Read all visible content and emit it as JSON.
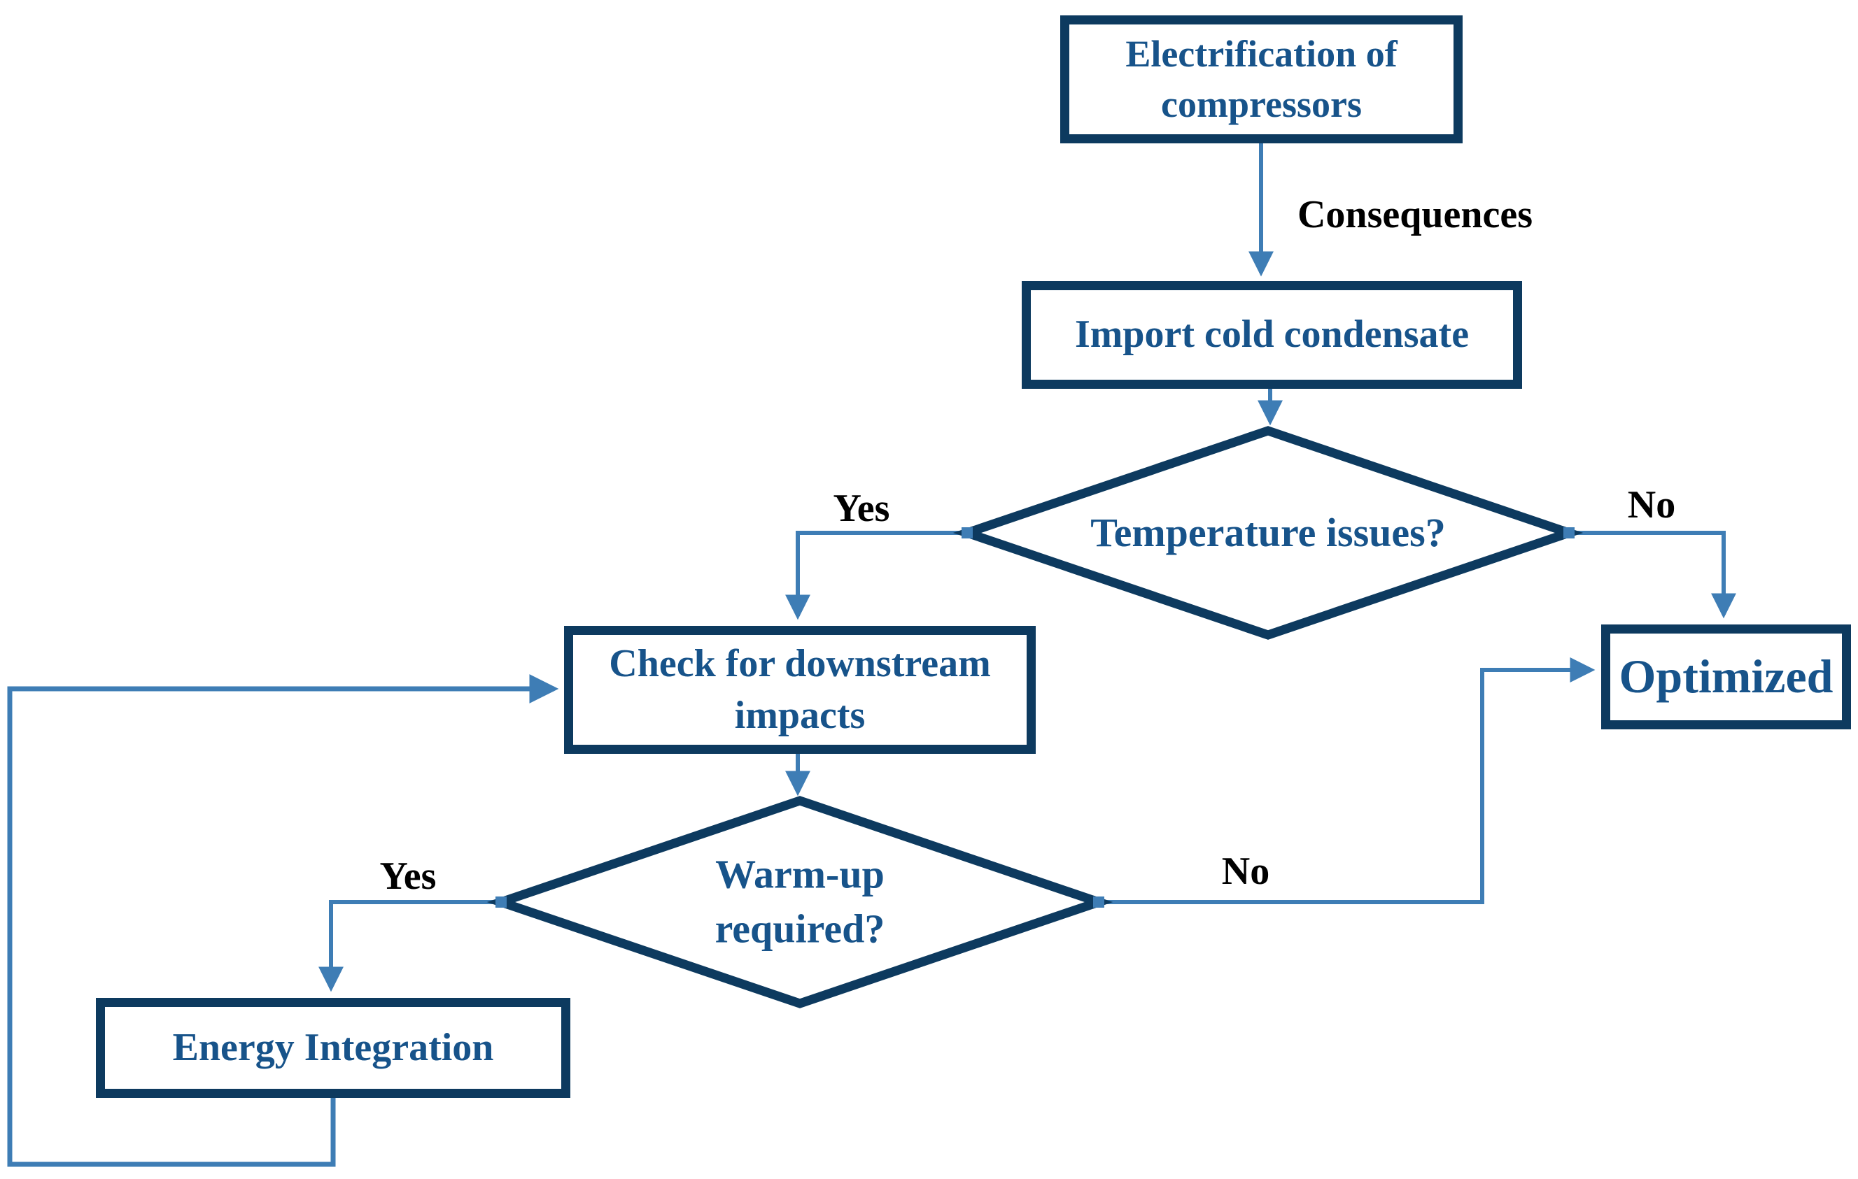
{
  "diagram": {
    "title_hint": "Flowchart: consequences of compressor electrification",
    "nodes": {
      "electrification": {
        "label": "Electrification of compressors",
        "type": "process"
      },
      "import_condensate": {
        "label": "Import cold condensate",
        "type": "process"
      },
      "temperature_issues": {
        "label": "Temperature issues?",
        "type": "decision"
      },
      "check_downstream": {
        "label": "Check for downstream impacts",
        "type": "process"
      },
      "optimized": {
        "label": "Optimized",
        "type": "process"
      },
      "warmup_required": {
        "label": "Warm-up required?",
        "type": "decision"
      },
      "energy_integration": {
        "label": "Energy Integration",
        "type": "process"
      }
    },
    "edge_labels": {
      "consequences": "Consequences",
      "temperature_yes": "Yes",
      "temperature_no": "No",
      "warmup_yes": "Yes",
      "warmup_no": "No"
    },
    "edges": [
      {
        "from": "electrification",
        "to": "import_condensate",
        "label": "Consequences"
      },
      {
        "from": "import_condensate",
        "to": "temperature_issues",
        "label": ""
      },
      {
        "from": "temperature_issues",
        "to": "check_downstream",
        "label": "Yes"
      },
      {
        "from": "temperature_issues",
        "to": "optimized",
        "label": "No"
      },
      {
        "from": "check_downstream",
        "to": "warmup_required",
        "label": ""
      },
      {
        "from": "warmup_required",
        "to": "energy_integration",
        "label": "Yes"
      },
      {
        "from": "warmup_required",
        "to": "optimized",
        "label": "No"
      },
      {
        "from": "energy_integration",
        "to": "check_downstream",
        "label": ""
      }
    ],
    "colors": {
      "node_border": "#0d3a5f",
      "node_text": "#17538a",
      "connector": "#3e7db5",
      "label_text": "#000000",
      "background": "#ffffff"
    }
  }
}
